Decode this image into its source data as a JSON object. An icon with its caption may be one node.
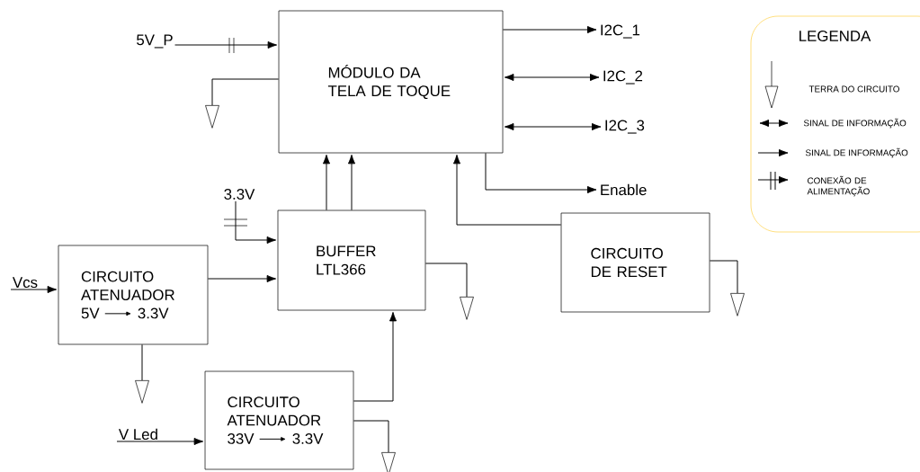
{
  "diagram": {
    "nodes": [
      {
        "text": [
          "MÓDULO DA TELA DE TOQUE"
        ]
      },
      {
        "text": [
          "BUFFER LTL366"
        ]
      },
      {
        "text": [
          "CIRCUITO ATENUADOR",
          "5V",
          "3.3V"
        ]
      },
      {
        "text": [
          "CIRCUITO ATENUADOR",
          "33V",
          "3.3V"
        ]
      },
      {
        "text": [
          "CIRCUITO DE RESET"
        ]
      },
      {
        "text": [
          "5V_P"
        ]
      },
      {
        "text": [
          "I2C_1"
        ]
      },
      {
        "text": [
          "I2C_2"
        ]
      },
      {
        "text": [
          "I2C_3"
        ]
      },
      {
        "text": [
          "Enable"
        ]
      },
      {
        "text": [
          "3.3V"
        ]
      },
      {
        "text": [
          "Vcs"
        ]
      },
      {
        "text": [
          "V Led"
        ]
      },
      {
        "text": [],
        "shape": "triangle"
      },
      {
        "text": [],
        "shape": "triangle"
      },
      {
        "text": [],
        "shape": "triangle"
      },
      {
        "text": [],
        "shape": "triangle"
      },
      {
        "text": [],
        "shape": "triangle"
      }
    ],
    "edges": [
      {
        "from": 5,
        "to": 0,
        "arrow": "to"
      },
      {
        "from": 0,
        "to": 13,
        "arrow": "none"
      },
      {
        "from": 0,
        "to": 6,
        "arrow": "to"
      },
      {
        "from": 0,
        "to": 7,
        "arrow": "both"
      },
      {
        "from": 0,
        "to": 8,
        "arrow": "both"
      },
      {
        "from": 0,
        "to": 9,
        "arrow": "to"
      },
      {
        "from": 1,
        "to": 0,
        "arrow": "to"
      },
      {
        "from": 1,
        "to": 0,
        "arrow": "to"
      },
      {
        "from": 4,
        "to": 0,
        "arrow": "to"
      },
      {
        "from": 10,
        "to": 1,
        "arrow": "to"
      },
      {
        "from": 2,
        "to": 1,
        "arrow": "to"
      },
      {
        "from": 11,
        "to": 2,
        "arrow": "to"
      },
      {
        "from": 12,
        "to": 3,
        "arrow": "to"
      },
      {
        "from": 3,
        "to": 1,
        "arrow": "to"
      },
      {
        "from": 3,
        "to": 17,
        "arrow": "none"
      },
      {
        "from": 2,
        "to": 16,
        "arrow": "none"
      },
      {
        "from": 1,
        "to": 14,
        "arrow": "none"
      },
      {
        "from": 4,
        "to": 15,
        "arrow": "none"
      }
    ],
    "labels": [
      "LEGENDA"
    ],
    "legend": [
      {
        "text": "TERRA DO CIRCUITO"
      },
      {
        "text": "SINAL DE INFORMAÇÃO"
      },
      {
        "text": "SINAL DE INFORMAÇÃO"
      },
      {
        "text": "CONEXÃO DE ALIMENTAÇÃO"
      }
    ]
  }
}
